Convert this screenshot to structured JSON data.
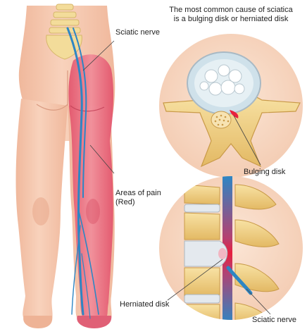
{
  "title": {
    "line1": "The most common cause of sciatica",
    "line2": "is a bulging disk or herniated disk"
  },
  "labels": {
    "sciatic_nerve_top": "Sciatic nerve",
    "areas_of_pain_line1": "Areas of pain",
    "areas_of_pain_line2": "(Red)",
    "bulging_disk": "Bulging disk",
    "herniated_disk": "Herniated disk",
    "sciatic_nerve_bottom": "Sciatic nerve"
  },
  "colors": {
    "skin": "#f6c8ae",
    "pain_red": "#e9627a",
    "nerve_blue": "#2d86c4",
    "bone": "#f2d58a",
    "disk_gray": "#d9dde2",
    "circle_bg": "#f9dcc6"
  }
}
